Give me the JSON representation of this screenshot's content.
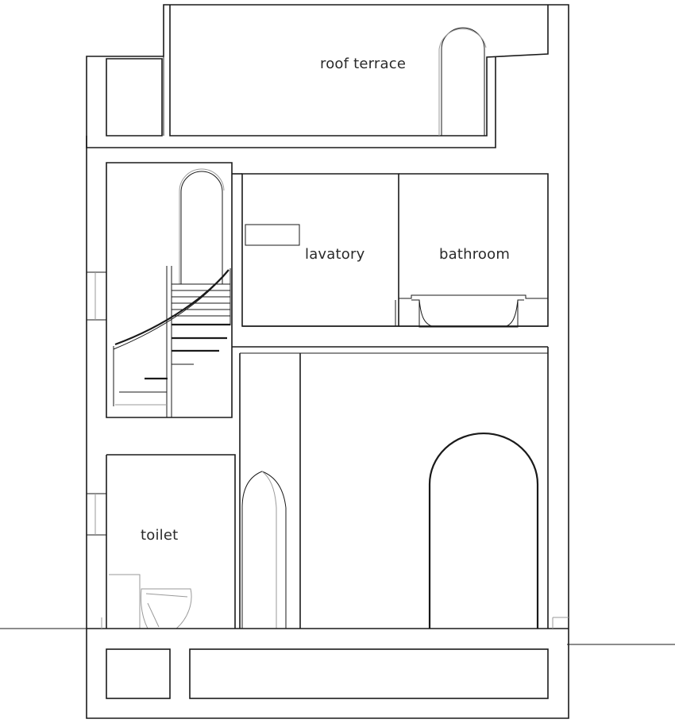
{
  "rooms": {
    "roof_terrace": "roof terrace",
    "lavatory": "lavatory",
    "bathroom": "bathroom",
    "toilet": "toilet"
  }
}
